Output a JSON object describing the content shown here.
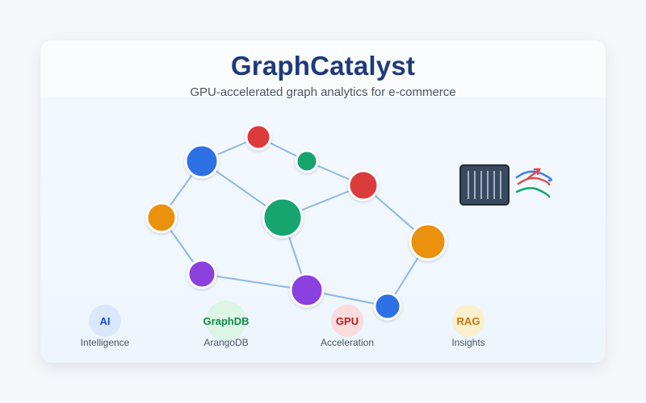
{
  "header": {
    "title": "GraphCatalyst",
    "subtitle": "GPU-accelerated graph analytics for e-commerce"
  },
  "colors": {
    "blue": "#2f6fe6",
    "red": "#dc3a3a",
    "green": "#12a56e",
    "orange": "#ea920d",
    "purple": "#8b3fe0",
    "edge": "#8bb8e3"
  },
  "graph": {
    "node_colors": [
      "blue",
      "red",
      "green",
      "red",
      "orange",
      "green",
      "orange",
      "purple",
      "purple",
      "blue"
    ]
  },
  "icons": [
    "gpu-card-icon",
    "chart-trend-icon"
  ],
  "badges": [
    {
      "label": "AI",
      "caption": "Intelligence",
      "color": "#1d4ed8",
      "bg": "#dbe7fb"
    },
    {
      "label": "GraphDB",
      "caption": "ArangoDB",
      "color": "#12894f",
      "bg": "#dcf5e5"
    },
    {
      "label": "GPU",
      "caption": "Acceleration",
      "color": "#b91c1c",
      "bg": "#fadcdc"
    },
    {
      "label": "RAG",
      "caption": "Insights",
      "color": "#c0790a",
      "bg": "#fbefcd"
    }
  ]
}
